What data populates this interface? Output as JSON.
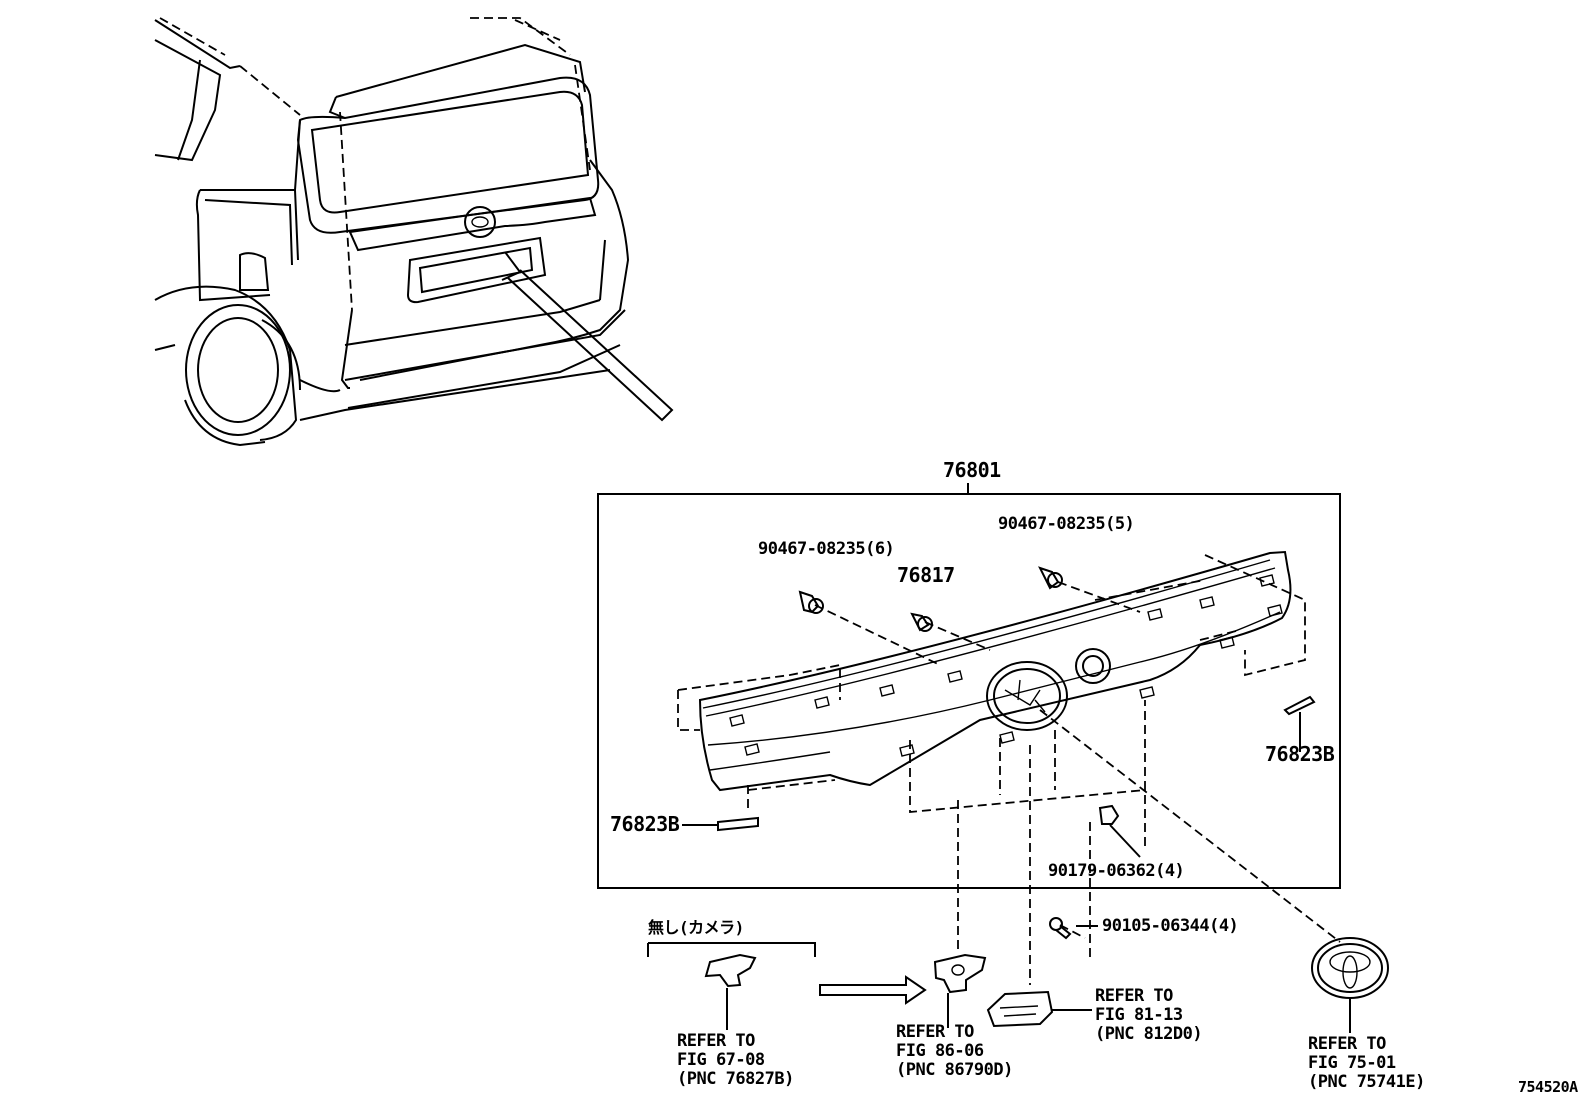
{
  "main_part": "76801",
  "labels": {
    "clip_left": "90467-08235(6)",
    "clip_right": "90467-08235(5)",
    "clip_center": "76817",
    "tape_right": "76823B",
    "tape_left": "76823B",
    "nut": "90179-06362(4)",
    "screw": "90105-06344(4)",
    "camera_note": "無し(カメラ)",
    "drawing_id": "754520A"
  },
  "refs": [
    {
      "lines": [
        "REFER TO",
        "FIG 67-08",
        "(PNC 76827B)"
      ]
    },
    {
      "lines": [
        "REFER TO",
        "FIG 86-06",
        "(PNC 86790D)"
      ]
    },
    {
      "lines": [
        "REFER TO",
        "FIG 81-13",
        "(PNC 812D0)"
      ]
    },
    {
      "lines": [
        "REFER TO",
        "FIG 75-01",
        "(PNC 75741E)"
      ]
    }
  ]
}
